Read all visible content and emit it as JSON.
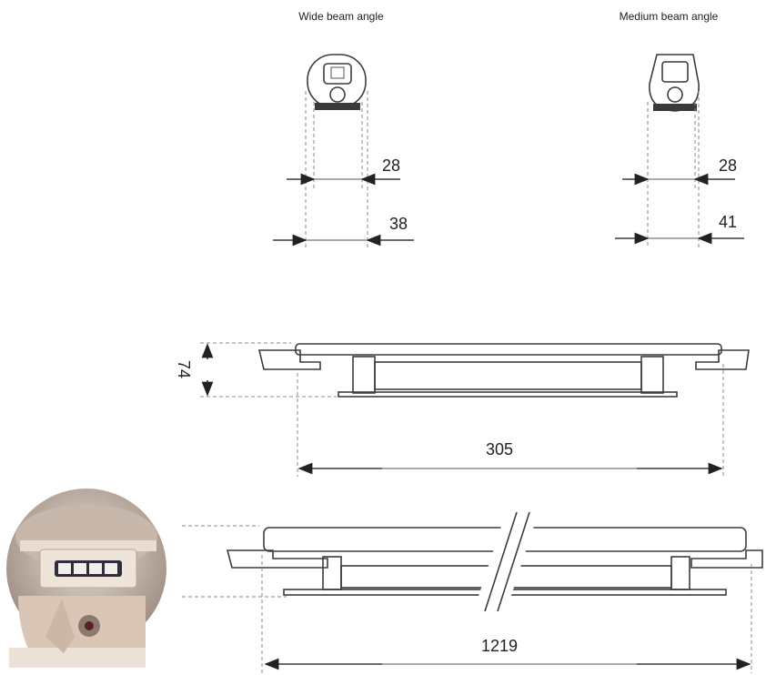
{
  "views": {
    "wide": {
      "caption": "Wide beam angle",
      "inner_dim": "28",
      "outer_dim": "38"
    },
    "medium": {
      "caption": "Medium beam angle",
      "inner_dim": "28",
      "outer_dim": "41"
    }
  },
  "side_view": {
    "height_dim": "74",
    "length_dim": "305"
  },
  "long_view": {
    "length_dim": "1219"
  },
  "colors": {
    "line": "#3c3c3c",
    "photo_housing": "#d9c6b6",
    "photo_connector": "#2e2e3a"
  }
}
